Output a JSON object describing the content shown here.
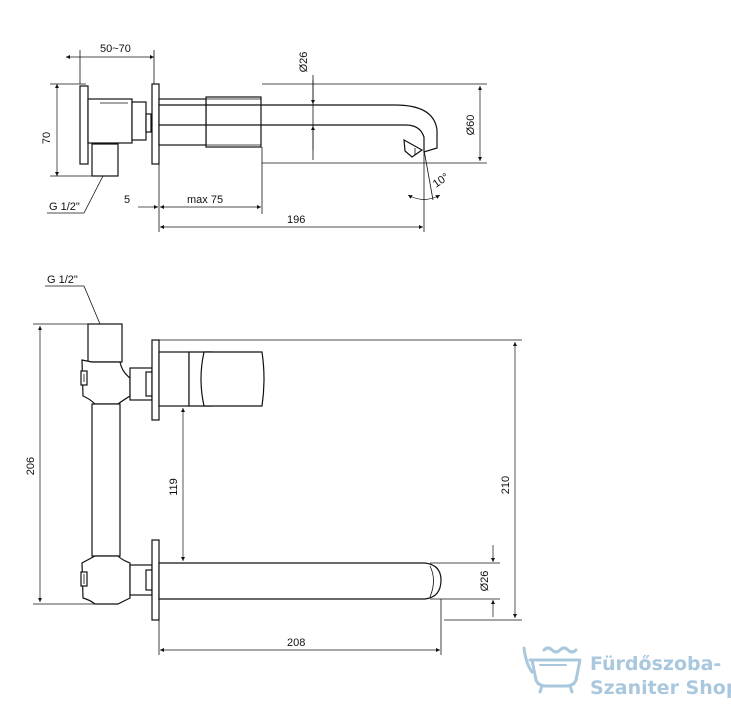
{
  "top_view": {
    "dim_wall_range": "50~70",
    "dim_diameter_26": "Ø26",
    "dim_height_70": "70",
    "dim_diameter_60": "Ø60",
    "dim_thread": "G 1/2\"",
    "dim_5": "5",
    "dim_max_75": "max 75",
    "dim_angle": "10°",
    "dim_length_196": "196"
  },
  "front_view": {
    "dim_thread": "G 1/2\"",
    "dim_height_206": "206",
    "dim_height_119": "119",
    "dim_height_210": "210",
    "dim_diameter_26": "Ø26",
    "dim_length_208": "208"
  },
  "watermark": {
    "line1": "Fürdőszoba-",
    "line2": "Szaniter Shop",
    "icon": "bathtub-icon"
  },
  "colors": {
    "ink": "#111111",
    "watermark": "#a9c7dd"
  }
}
